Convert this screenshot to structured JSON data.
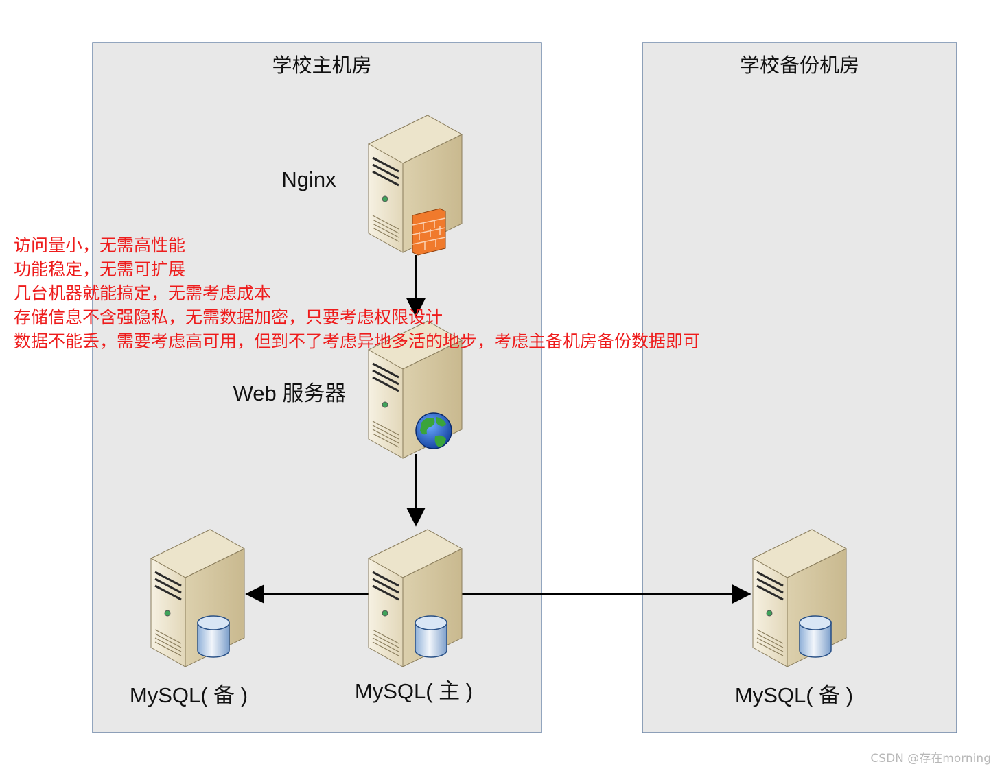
{
  "zones": {
    "primary": {
      "title": "学校主机房"
    },
    "backup": {
      "title": "学校备份机房"
    }
  },
  "nodes": {
    "nginx": {
      "label": "Nginx",
      "badge_icon": "firewall-icon"
    },
    "web": {
      "label": "Web 服务器",
      "badge_icon": "globe-icon"
    },
    "mysql_master": {
      "label": "MySQL( 主 )",
      "badge_icon": "database-icon"
    },
    "mysql_local_replica": {
      "label": "MySQL( 备 )",
      "badge_icon": "database-icon"
    },
    "mysql_remote_replica": {
      "label": "MySQL( 备 )",
      "badge_icon": "database-icon"
    }
  },
  "edges": [
    {
      "from": "Nginx",
      "to": "Web 服务器"
    },
    {
      "from": "Web 服务器",
      "to": "MySQL( 主 )"
    },
    {
      "from": "MySQL( 主 )",
      "to": "MySQL( 备 )"
    },
    {
      "from": "MySQL( 主 )",
      "to": "MySQL( 备 )"
    }
  ],
  "notes": [
    "访问量小，无需高性能",
    "功能稳定，无需可扩展",
    "几台机器就能搞定，无需考虑成本",
    "存储信息不含强隐私，无需数据加密，只要考虑权限设计",
    "数据不能丢，需要考虑高可用，但到不了考虑异地多活的地步，考虑主备机房备份数据即可"
  ],
  "watermark": "CSDN @存在morning",
  "colors": {
    "zone_fill": "#e8e8e8",
    "zone_border": "#6f87a8",
    "note_text": "#ee1c1c",
    "arrow": "#000000",
    "server_body": "#e6dcbf"
  }
}
